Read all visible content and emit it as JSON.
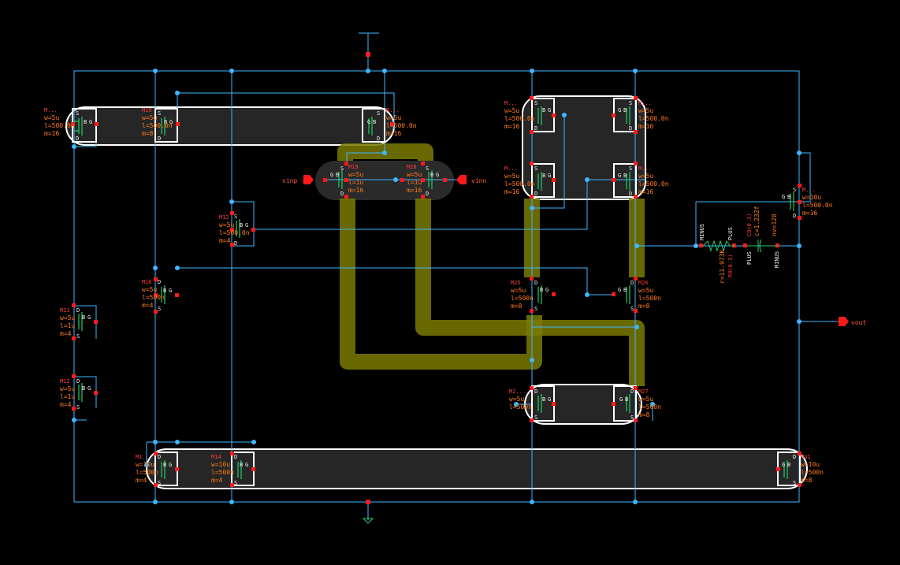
{
  "colors": {
    "background": "#000000",
    "wire": "#3fb6ff",
    "device": "#22cc66",
    "label": "#ff7a1a",
    "pin_marker": "#ff1a1a",
    "highlight_pill": "#2a2a2a",
    "highlight_outline": "#ffffff",
    "bus_highlight": "#8a8a00",
    "port": "#ff1a1a"
  },
  "ports": {
    "vinp": "vinp",
    "vinn": "vinn",
    "vout": "vout"
  },
  "pin_letters": {
    "s": "S",
    "d": "D",
    "g": "G",
    "b": "B"
  },
  "devices": [
    {
      "id": "m_top_left",
      "name": "M...",
      "params": [
        "w=5u",
        "l=500.0n",
        "m=16"
      ]
    },
    {
      "id": "m19",
      "name": "M19",
      "params": [
        "w=5u",
        "l=500.0n",
        "m=8"
      ]
    },
    {
      "id": "m_top_mid",
      "name": "M...",
      "params": [
        "w=5u",
        "l=500.0n",
        "m=16"
      ]
    },
    {
      "id": "m19b",
      "name": "M19",
      "params": [
        "w=5u",
        "l=1u",
        "m=16"
      ]
    },
    {
      "id": "m20",
      "name": "M20",
      "params": [
        "w=5u",
        "l=1u",
        "m=16"
      ]
    },
    {
      "id": "m12",
      "name": "M12",
      "params": [
        "w=5u",
        "l=500.0n",
        "m=4"
      ]
    },
    {
      "id": "m16",
      "name": "M16",
      "params": [
        "w=5u",
        "l=500n",
        "m=4"
      ]
    },
    {
      "id": "m11",
      "name": "M11",
      "params": [
        "w=5u",
        "l=1u",
        "m=4"
      ]
    },
    {
      "id": "m12b",
      "name": "M12",
      "params": [
        "w=5u",
        "l=1u",
        "m=4"
      ]
    },
    {
      "id": "m_tr1",
      "name": "M...",
      "params": [
        "w=5u",
        "l=500.0n",
        "m=16"
      ]
    },
    {
      "id": "m_tr2",
      "name": "M...",
      "params": [
        "w=5u",
        "l=500.0n",
        "m=16"
      ]
    },
    {
      "id": "m_tr3",
      "name": "M...",
      "params": [
        "w=5u",
        "l=500.0n",
        "m=16"
      ]
    },
    {
      "id": "m_tr4",
      "name": "M...",
      "params": [
        "w=5u",
        "l=500.0n",
        "m=16"
      ]
    },
    {
      "id": "m25",
      "name": "M25",
      "params": [
        "w=5u",
        "l=500n",
        "m=8"
      ]
    },
    {
      "id": "m26",
      "name": "M26",
      "params": [
        "w=5u",
        "l=500n",
        "m=8"
      ]
    },
    {
      "id": "m_br1",
      "name": "M2...",
      "params": [
        "w=5u",
        "l=500n"
      ]
    },
    {
      "id": "m27",
      "name": "M27",
      "params": [
        "w=5u",
        "l=500n",
        "m=8"
      ]
    },
    {
      "id": "m_bl1",
      "name": "M1...",
      "params": [
        "w=10u",
        "l=500n",
        "m=4"
      ]
    },
    {
      "id": "m14",
      "name": "M14",
      "params": [
        "w=10u",
        "l=500n",
        "m=4"
      ]
    },
    {
      "id": "m31",
      "name": "M31",
      "params": [
        "w=10u",
        "l=500n",
        "m=8"
      ]
    },
    {
      "id": "m_r",
      "name": "M...",
      "params": [
        "w=10u",
        "l=500.0n",
        "m=16"
      ]
    }
  ],
  "passives": {
    "res_minus": "MINUS",
    "res_plus": "PLUS",
    "res_value": "r=11.973K",
    "res_name": "R0(0.3)",
    "cap_plus": "PLUS",
    "cap_minus": "MINUS",
    "cap_name": "C0(0.3)",
    "cap_value": "c=1.232f",
    "cap_nv": "nv=128"
  }
}
